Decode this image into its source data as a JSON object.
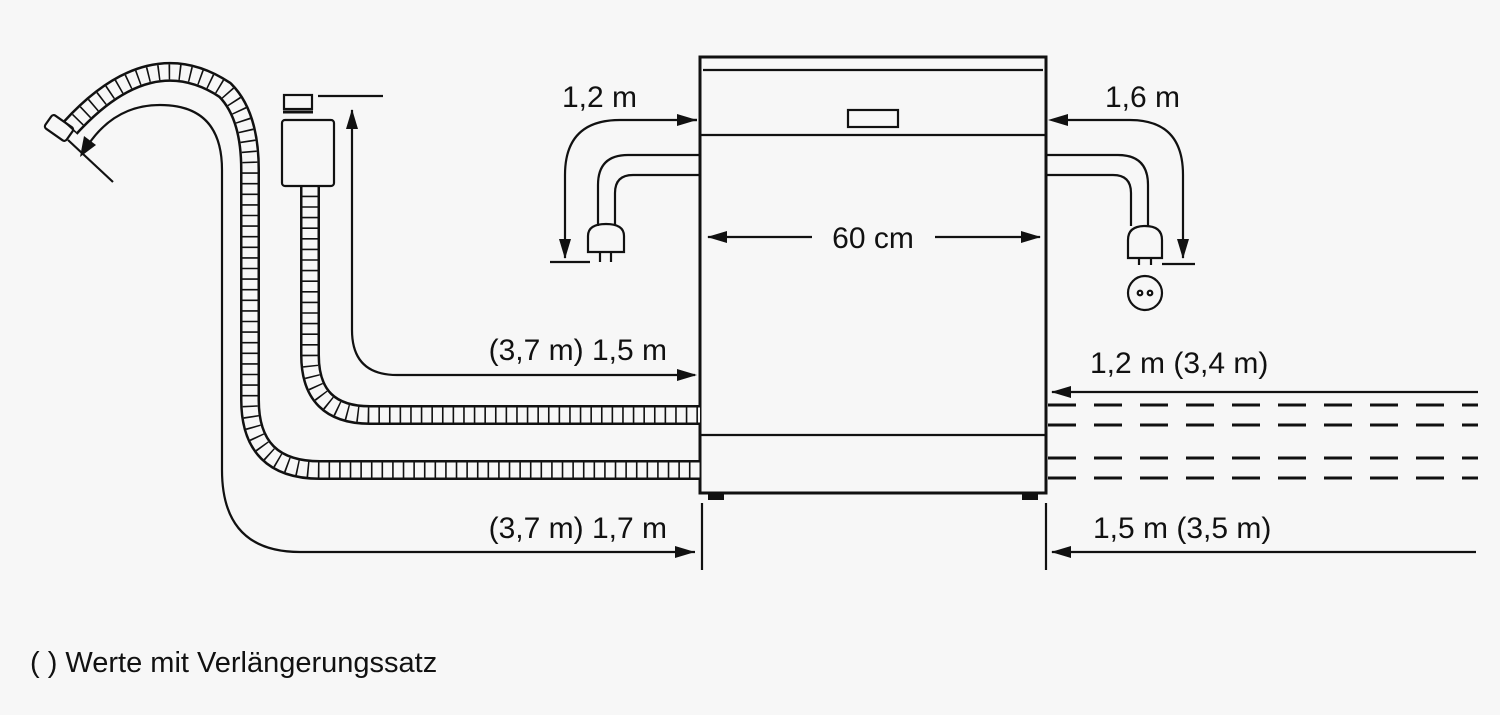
{
  "labels": {
    "cord_left": "1,2 m",
    "cord_right": "1,6 m",
    "width": "60 cm",
    "inlet_left": "(3,7 m) 1,5 m",
    "drain_left": "(3,7 m) 1,7 m",
    "inlet_right": "1,2 m (3,4 m)",
    "drain_right": "1,5 m (3,5 m)"
  },
  "footnote": "(  ) Werte mit Verlängerungssatz",
  "colors": {
    "line": "#111111",
    "background": "#f7f7f7"
  }
}
